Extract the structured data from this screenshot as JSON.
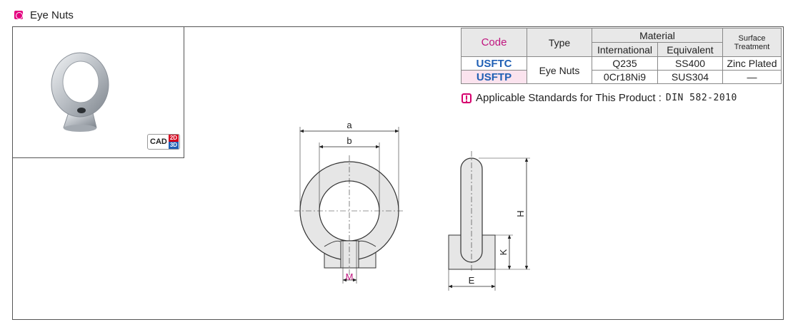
{
  "header": {
    "title": "Eye Nuts"
  },
  "cad": {
    "label": "CAD",
    "two_d": "2D",
    "three_d": "3D"
  },
  "table": {
    "headers": {
      "code": "Code",
      "type": "Type",
      "material": "Material",
      "international": "International",
      "equivalent": "Equivalent",
      "surface": "Surface Treatment"
    },
    "type_value": "Eye Nuts",
    "rows": [
      {
        "code": "USFTC",
        "international": "Q235",
        "equivalent": "SS400",
        "surface": "Zinc Plated"
      },
      {
        "code": "USFTP",
        "international": "0Cr18Ni9",
        "equivalent": "SUS304",
        "surface": "—"
      }
    ]
  },
  "standards": {
    "label": "Applicable Standards for This Product :",
    "value": "DIN 582-2010"
  },
  "drawing": {
    "a": "a",
    "b": "b",
    "M": "M",
    "H": "H",
    "K": "K",
    "E": "E"
  },
  "colors": {
    "accent": "#e4007f",
    "code_blue": "#1f5fb4",
    "highlight_row": "#fbe3ee",
    "header_bg": "#e8e8e8"
  }
}
